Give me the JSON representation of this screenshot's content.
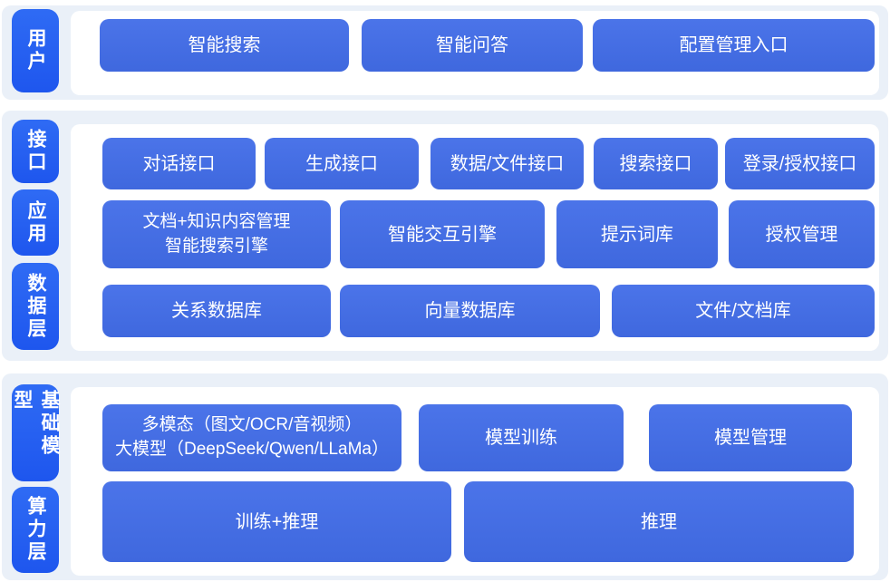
{
  "colors": {
    "band_bg": "#EAF0F8",
    "panel_bg": "#FFFFFF",
    "label_bg_top": "#2F6BF4",
    "label_bg_bottom": "#1E56EE",
    "button_bg_top": "#4B74E9",
    "button_bg_bottom": "#3F68DE",
    "button_text": "#FFFFFF"
  },
  "layers": [
    {
      "side_labels": [
        "用户"
      ],
      "rows": [
        [
          "智能搜索",
          "智能问答",
          "配置管理入口"
        ]
      ]
    },
    {
      "side_labels": [
        "接口",
        "应用",
        "数据层"
      ],
      "rows": [
        [
          "对话接口",
          "生成接口",
          "数据/文件接口",
          "搜索接口",
          "登录/授权接口"
        ],
        [
          "文档+知识内容管理\n智能搜索引擎",
          "智能交互引擎",
          "提示词库",
          "授权管理"
        ],
        [
          "关系数据库",
          "向量数据库",
          "文件/文档库"
        ]
      ]
    },
    {
      "side_labels": [
        "基础模型",
        "算力层"
      ],
      "rows": [
        [
          "多模态（图文/OCR/音视频）\n大模型（DeepSeek/Qwen/LLaMa）",
          "模型训练",
          "模型管理"
        ],
        [
          "训练+推理",
          "推理"
        ]
      ]
    }
  ]
}
